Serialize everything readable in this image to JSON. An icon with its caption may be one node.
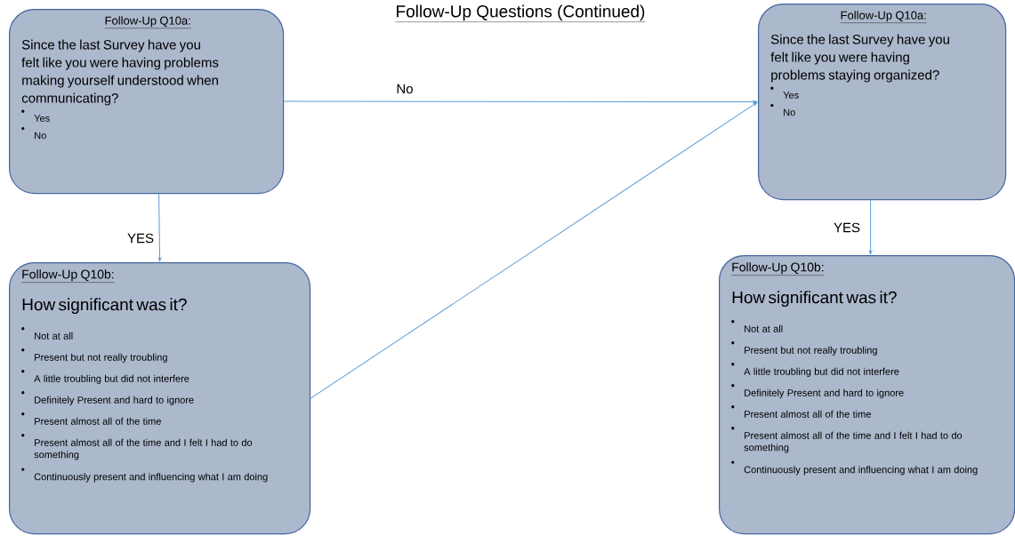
{
  "diagram": {
    "title": "Follow-Up Questions (Continued)",
    "nodes": [
      {
        "text": [
          "Follow-Up Q10a:",
          "Since the last Survey have you felt like you were having problems making yourself understood when communicating?",
          "Yes",
          "No"
        ]
      },
      {
        "text": [
          "Follow-Up Q10b:",
          "How significant was it?",
          "Not at all",
          "Present but not really troubling",
          "A little troubling but did not interfere",
          "Definitely Present and hard to ignore",
          "Present almost all of the time",
          "Present almost all of the time and I felt I had to do something",
          "Continuously present and influencing what I am doing"
        ]
      },
      {
        "text": [
          "Follow-Up Q10a:",
          "Since the last Survey have you felt like you were having problems staying organized?",
          "Yes",
          "No"
        ]
      },
      {
        "text": [
          "Follow-Up Q10b:",
          "How significant was it?",
          "Not at all",
          "Present but not really troubling",
          "A little troubling but did not interfere",
          "Definitely Present and hard to ignore",
          "Present almost all of the time",
          "Present almost all of the time and I felt I had to do something",
          "Continuously present and influencing what I am doing"
        ]
      }
    ],
    "edges": [
      {
        "from": 0,
        "to": 2,
        "arrow": "to",
        "label": "No"
      },
      {
        "from": 0,
        "to": 1,
        "arrow": "to",
        "label": "YES"
      },
      {
        "from": 1,
        "to": 2,
        "arrow": "to"
      },
      {
        "from": 2,
        "to": 3,
        "arrow": "to",
        "label": "YES"
      }
    ]
  }
}
